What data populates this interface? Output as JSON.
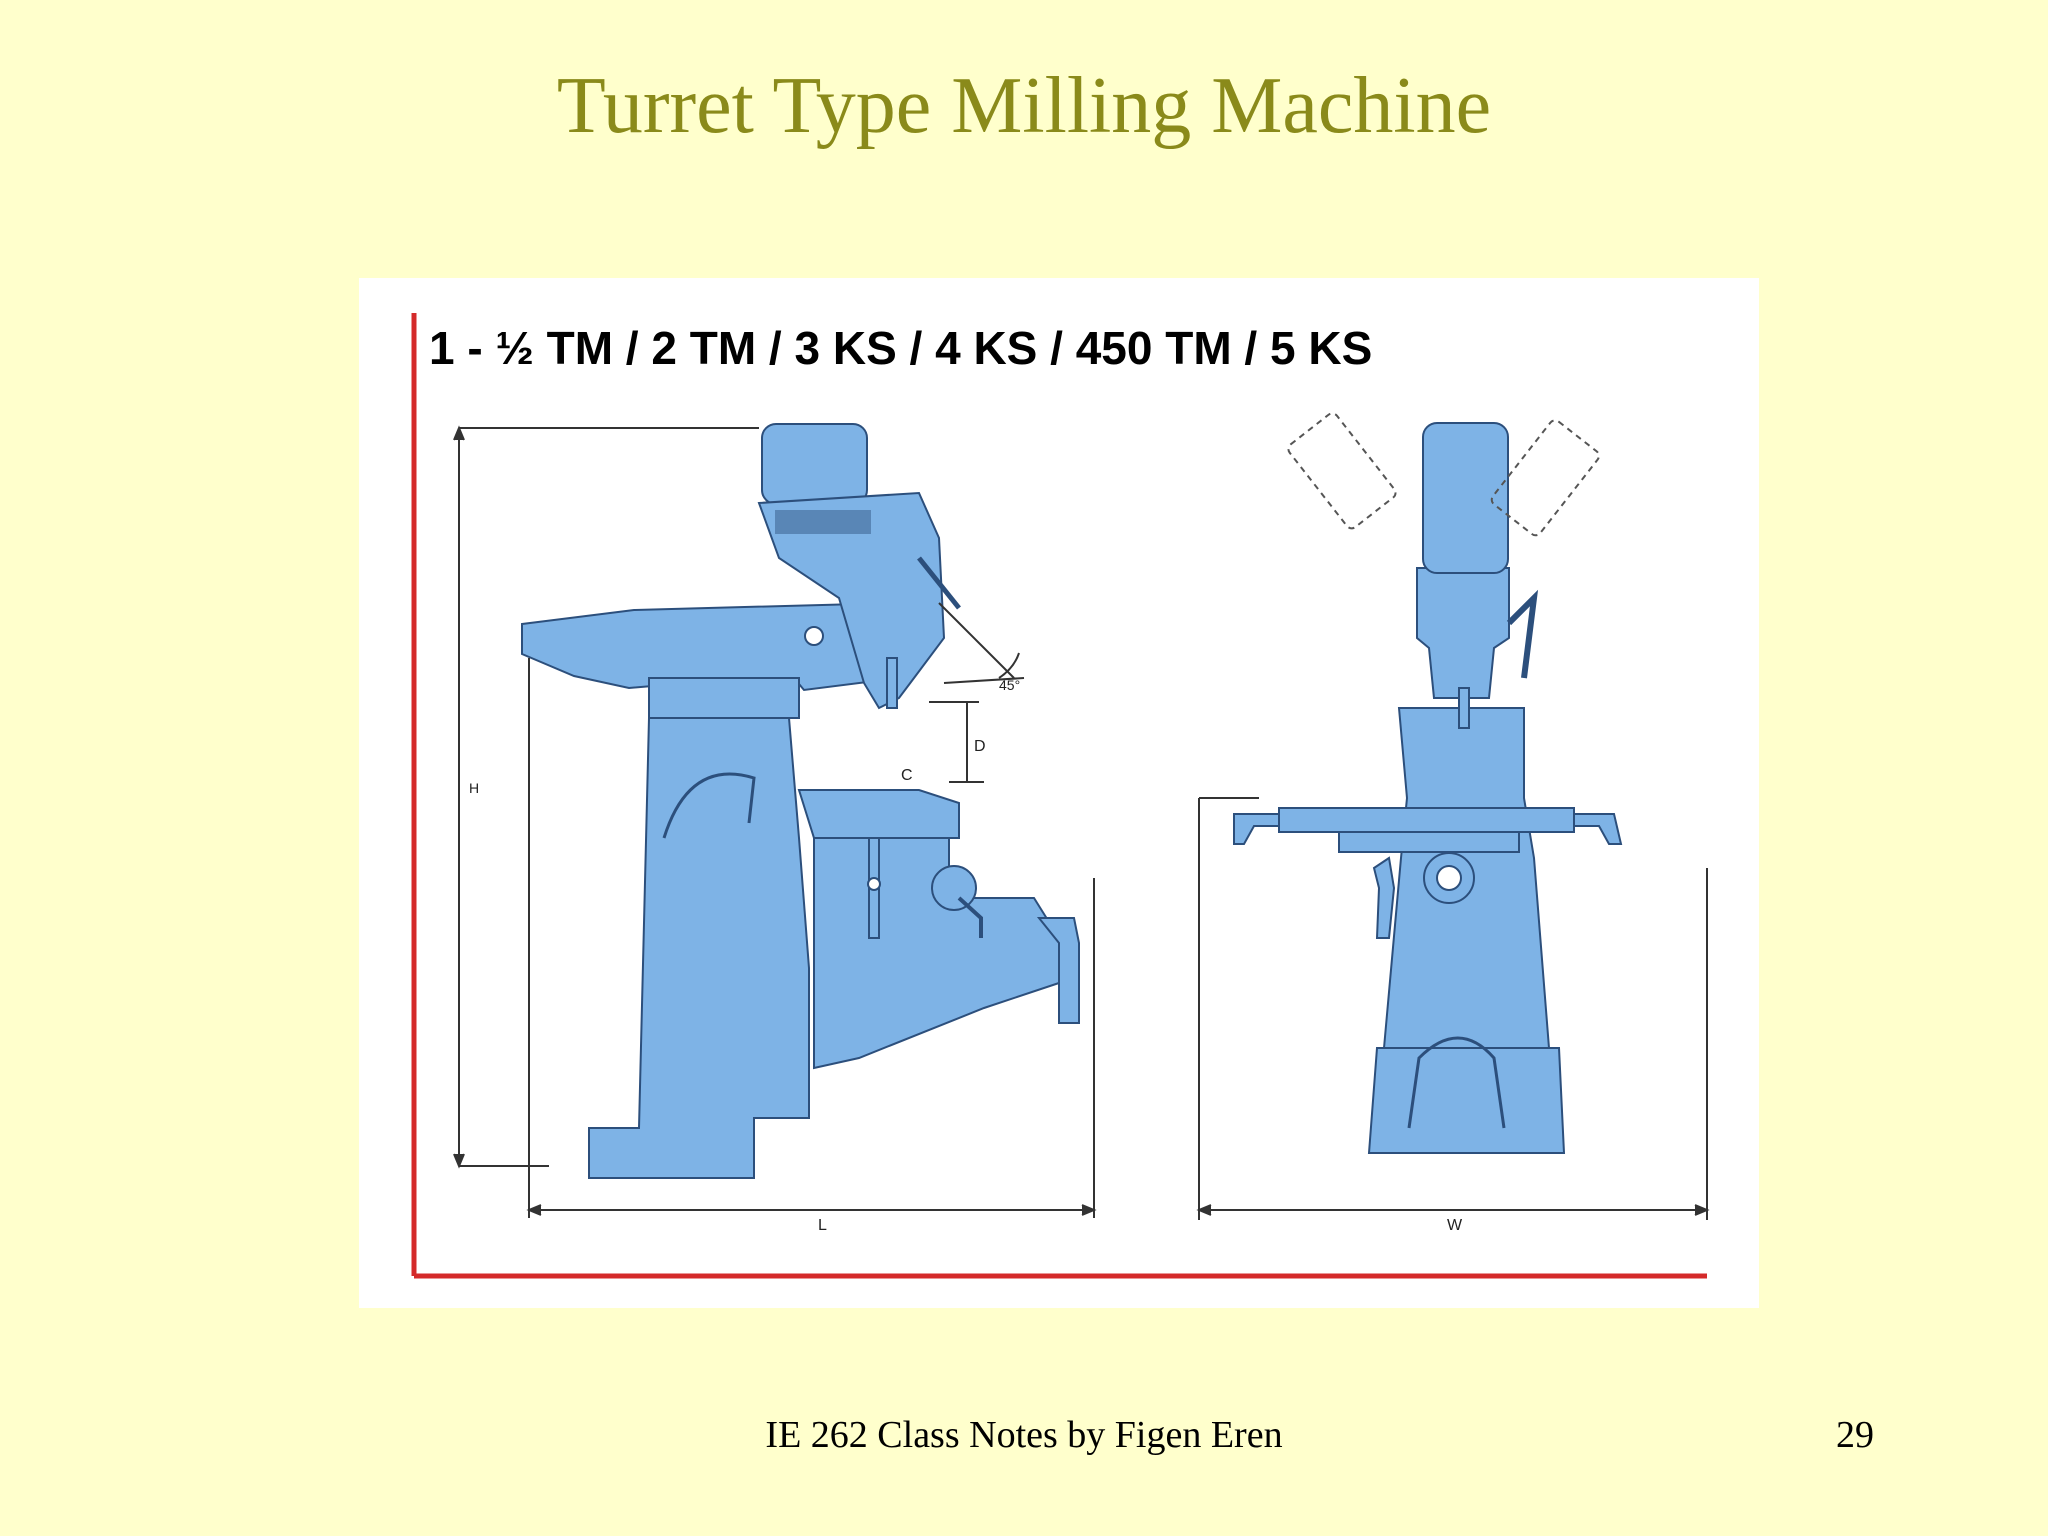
{
  "slide": {
    "title": "Turret Type Milling Machine",
    "footer": "IE 262 Class Notes by Figen Eren",
    "page_number": "29"
  },
  "figure": {
    "models_label": "1 - ½ TM / 2 TM / 3 KS / 4 KS / 450 TM / 5 KS",
    "dimension_labels": {
      "height": "H",
      "length": "L",
      "width": "W",
      "angle": "45°",
      "d": "D",
      "c": "C"
    }
  },
  "colors": {
    "background": "#ffffcc",
    "title": "#8a8a1a",
    "machine_fill": "#7eb3e6",
    "frame_accent": "#d42a2a"
  }
}
